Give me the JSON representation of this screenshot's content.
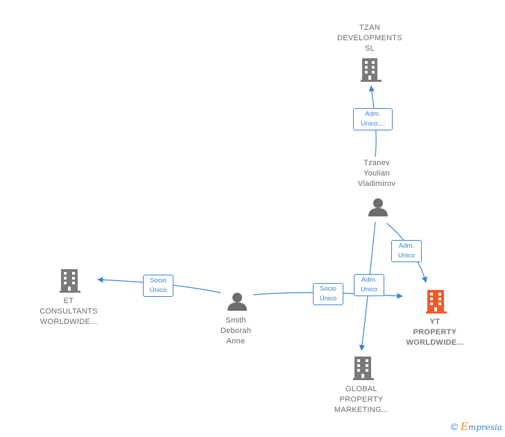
{
  "nodes": {
    "tzan": {
      "lines": [
        "TZAN",
        "DEVELOPMENTS",
        "SL"
      ]
    },
    "tzanev": {
      "lines": [
        "Tzanev",
        "Youlian",
        "Vladimirov"
      ]
    },
    "et": {
      "lines": [
        "ET",
        "CONSULTANTS",
        "WORLDWIDE..."
      ]
    },
    "smith": {
      "lines": [
        "Smith",
        "Deborah",
        "Anne"
      ]
    },
    "yt": {
      "lines": [
        "YT",
        "PROPERTY",
        "WORLDWIDE..."
      ]
    },
    "global": {
      "lines": [
        "GLOBAL",
        "PROPERTY",
        "MARKETING..."
      ]
    }
  },
  "edges": {
    "tzanev_tzan": {
      "lines": [
        "Adm.",
        "Unico,..."
      ]
    },
    "tzanev_yt": {
      "lines": [
        "Adm.",
        "Unico"
      ]
    },
    "smith_et": {
      "lines": [
        "Socio",
        "Único"
      ]
    },
    "smith_yt": {
      "lines": [
        "Socio",
        "Único"
      ]
    },
    "tzanev_global": {
      "lines": [
        "Adm.",
        "Unico"
      ]
    }
  },
  "colors": {
    "edge": "#3b83d1",
    "company_icon": "#7a7a7a",
    "target_icon": "#f05a28",
    "person_icon": "#6d6d6d"
  },
  "brand": {
    "copyright": "©",
    "e": "E",
    "rest": "mpresia"
  }
}
